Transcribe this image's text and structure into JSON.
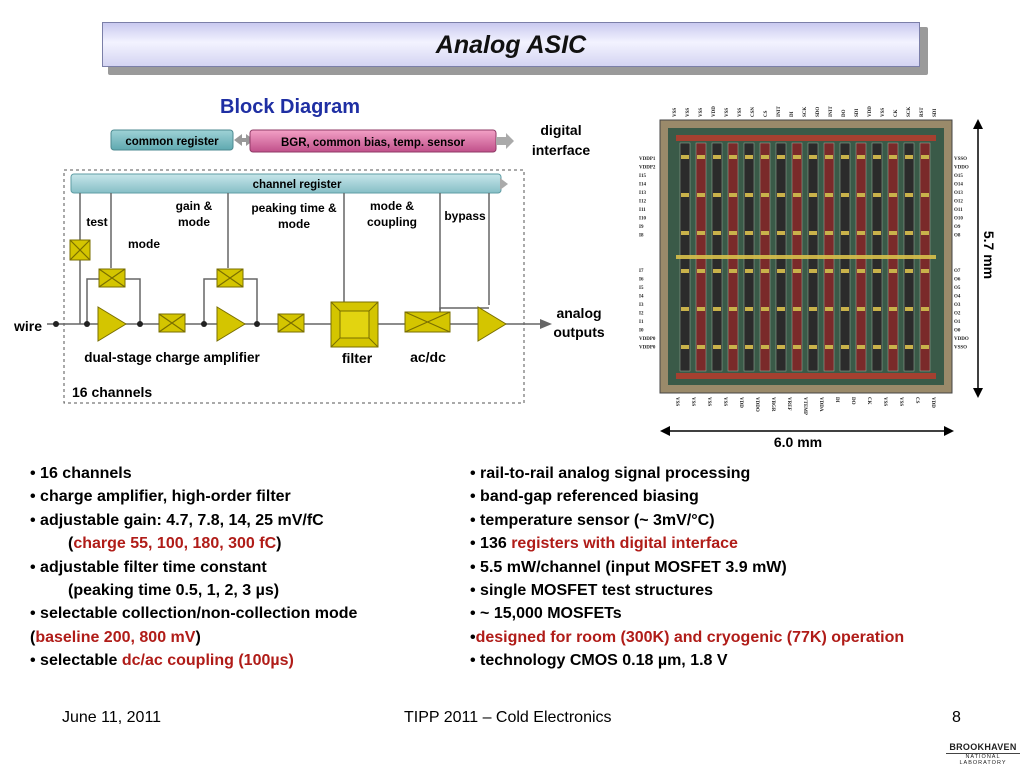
{
  "title": "Analog ASIC",
  "block_diagram": {
    "heading": "Block Diagram",
    "common_register": "common register",
    "bgr_block": "BGR, common bias, temp. sensor",
    "digital_interface": [
      "digital",
      "interface"
    ],
    "channel_register": "channel register",
    "test": "test",
    "mode": "mode",
    "gain_mode": [
      "gain &",
      "mode"
    ],
    "peaking_mode": [
      "peaking time &",
      "mode"
    ],
    "mode_coupling": [
      "mode &",
      "coupling"
    ],
    "bypass": "bypass",
    "wire": "wire",
    "analog_outputs": [
      "analog",
      "outputs"
    ],
    "dual_stage": "dual-stage charge amplifier",
    "filter": "filter",
    "acdc": "ac/dc",
    "channels": "16 channels"
  },
  "chip": {
    "width_label": "6.0 mm",
    "height_label": "5.7 mm",
    "top_pads": [
      "VSS",
      "VSS",
      "VSS",
      "VDD",
      "VSS",
      "VSS",
      "CSN",
      "CS",
      "INIT",
      "DI",
      "SCK",
      "SDO",
      "INIT",
      "DO",
      "SDI",
      "VDD",
      "VSS",
      "CK",
      "SCK",
      "RST",
      "SDI"
    ],
    "bottom_pads": [
      "VSS",
      "VSS",
      "VSS",
      "VSS",
      "VDD",
      "VDDO",
      "VBGR",
      "VREF",
      "VTEMP",
      "VDDA",
      "DI",
      "DO",
      "CK",
      "VSS",
      "VSS",
      "CS",
      "VDD"
    ],
    "left_pads_top": [
      "VDDP1",
      "VDDP2",
      "I15",
      "I14",
      "I13",
      "I12",
      "I11",
      "I10",
      "I9",
      "I8"
    ],
    "left_pads_bottom": [
      "I7",
      "I6",
      "I5",
      "I4",
      "I3",
      "I2",
      "I1",
      "I0",
      "VDDP0",
      "VDDP0"
    ],
    "right_pads_top": [
      "VSSO",
      "VDDO",
      "O15",
      "O14",
      "O13",
      "O12",
      "O11",
      "O10",
      "O9",
      "O8"
    ],
    "right_pads_bottom": [
      "O7",
      "O6",
      "O5",
      "O4",
      "O3",
      "O2",
      "O1",
      "O0",
      "VDDO",
      "VSSO"
    ]
  },
  "left_bullets": [
    {
      "parts": [
        {
          "t": "• 16 channels"
        }
      ]
    },
    {
      "parts": [
        {
          "t": "• charge amplifier, high-order filter"
        }
      ]
    },
    {
      "parts": [
        {
          "t": "• adjustable gain: 4.7, 7.8, 14, 25 mV/fC"
        }
      ]
    },
    {
      "indent": true,
      "parts": [
        {
          "t": "("
        },
        {
          "t": "charge 55, 100, 180, 300 fC",
          "red": true
        },
        {
          "t": ")"
        }
      ]
    },
    {
      "parts": [
        {
          "t": "• adjustable filter time constant"
        }
      ]
    },
    {
      "indent": true,
      "parts": [
        {
          "t": "(peaking time 0.5, 1, 2, 3 µs)"
        }
      ]
    },
    {
      "parts": [
        {
          "t": "• selectable collection/non-collection mode"
        }
      ]
    },
    {
      "parts": [
        {
          "t": " ("
        },
        {
          "t": "baseline 200, 800 mV",
          "red": true
        },
        {
          "t": ")"
        }
      ]
    },
    {
      "parts": [
        {
          "t": "• selectable "
        },
        {
          "t": "dc/ac coupling (100µs)",
          "red": true
        }
      ]
    }
  ],
  "right_bullets": [
    {
      "parts": [
        {
          "t": "• rail-to-rail analog signal processing"
        }
      ]
    },
    {
      "parts": [
        {
          "t": "• band-gap referenced biasing"
        }
      ]
    },
    {
      "parts": [
        {
          "t": "• temperature sensor (~ 3mV/°C)"
        }
      ]
    },
    {
      "parts": [
        {
          "t": "• 136 "
        },
        {
          "t": "registers with digital interface",
          "red": true
        }
      ]
    },
    {
      "parts": [
        {
          "t": "• 5.5 mW/channel (input MOSFET 3.9 mW)"
        }
      ]
    },
    {
      "parts": [
        {
          "t": "• single MOSFET test structures"
        }
      ]
    },
    {
      "parts": [
        {
          "t": "• ~ 15,000 MOSFETs"
        }
      ]
    },
    {
      "parts": [
        {
          "t": "•"
        },
        {
          "t": "designed for room (300K) and cryogenic (77K) operation",
          "red": true
        }
      ]
    },
    {
      "parts": [
        {
          "t": "• technology CMOS 0.18 µm, 1.8 V"
        }
      ]
    }
  ],
  "footer": {
    "date": "June 11, 2011",
    "center": "TIPP 2011 – Cold Electronics",
    "page": "8",
    "logo_main": "BROOKHAVEN",
    "logo_sub": "NATIONAL LABORATORY"
  }
}
